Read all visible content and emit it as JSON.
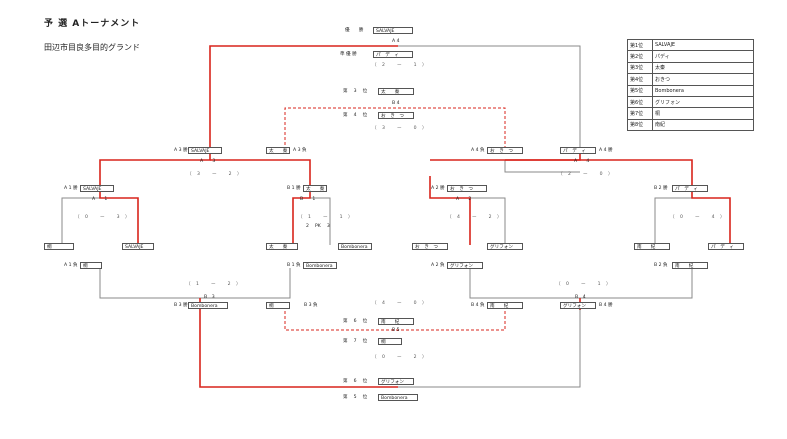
{
  "header": {
    "title": "予 選 Aトーナメント",
    "venue": "田辺市目良多目的グランド"
  },
  "rankings": [
    {
      "rank": "第1位",
      "team": "SALVAJE"
    },
    {
      "rank": "第2位",
      "team": "パディ"
    },
    {
      "rank": "第3位",
      "team": "太秦"
    },
    {
      "rank": "第4位",
      "team": "おきつ"
    },
    {
      "rank": "第5位",
      "team": "Bombonera"
    },
    {
      "rank": "第6位",
      "team": "グリフォン"
    },
    {
      "rank": "第7位",
      "team": "桐"
    },
    {
      "rank": "第8位",
      "team": "南紀"
    }
  ],
  "top": {
    "winner_label": "優　　勝",
    "winner": "SALVAJE",
    "final_label": "A 4",
    "runner_label": "準 優 勝",
    "runner": "パ　デ　ィ",
    "final_score": "（ 2 　ー　 1 ）",
    "third_label": "第　 3 　位",
    "third": "太　　秦",
    "third_match_label": "B 4",
    "fourth_label": "第　 4 　位",
    "fourth": "お　き　つ",
    "third_score": "（ 3 　ー　 0 ）"
  },
  "left": {
    "a3_win_label": "A 3 勝",
    "a3_win": "SALVAJE",
    "b3_lose": "太　　秦",
    "b3_lose_label": "A 3 負",
    "a3_match": "A　　3",
    "a3_score": "（ 3 　ー　 2 ）",
    "a1_win_label": "A 1 勝",
    "a1_win": "SALVAJE",
    "a1_match": "A　　1",
    "a1_score": "（ 0 　ー　 3 ）",
    "a1_left": "桐",
    "a1_right": "SALVAJE",
    "a1_lose_label": "A 1 負",
    "a1_lose": "桐",
    "b1_win_label": "B 1 勝",
    "b1_win": "太　　秦",
    "b1_match": "B　　1",
    "b1_score": "（ 1 　ー　 1 ）",
    "b1_pk": "2 　PK　 3",
    "b1_left": "太　　秦",
    "b1_right": "Bombonera",
    "b1_lose_label": "B 1 負",
    "b1_lose": "Bombonera",
    "b3_score": "（ 1 　ー　 2 ）",
    "b3_match": "B　3",
    "b3_win_label": "B 3 勝",
    "b3_win": "Bombonera",
    "b3_lose_box": "桐",
    "b3_lose_label2": "B 3 負"
  },
  "right": {
    "a4_lose_label": "A 4 負",
    "a4_lose": "お　き　つ",
    "a4_win": "パ　デ　ィ",
    "a4_win_label": "A 4 勝",
    "a4_match": "A　　4",
    "a4_score": "（ 2 　ー　 0 ）",
    "a2_win_label": "A 2 勝",
    "a2_win": "お　き　つ",
    "a2_match": "A　　2",
    "a2_score": "（ 4 　ー　 2 ）",
    "a2_left": "お　き　つ",
    "a2_right": "グリフォン",
    "a2_lose_label": "A 2 負",
    "a2_lose": "グリフォン",
    "b2_win_label": "B 2 勝",
    "b2_win": "パ　デ　ィ",
    "b2_score": "（ 0 　ー　 4 ）",
    "b2_left": "南　　紀",
    "b2_right": "パ　デ　ィ",
    "b2_lose_label": "B 2 負",
    "b2_lose": "南　　紀",
    "b4_score": "（ 0 　ー　 1 ）",
    "b4_match": "B　4",
    "b4_lose_label": "B 4 負",
    "b4_lose": "南　　紀",
    "b4_win": "グリフォン",
    "b4_win_label": "B 4 勝"
  },
  "bottom": {
    "center_score": "（ 4 　ー　 0 ）",
    "sixth_label": "第　 6 　位",
    "sixth": "南　　紀",
    "fifth_match_label": "B 5",
    "seventh_label": "第　 7 　位",
    "seventh": "桐",
    "fifth_score": "（ 0 　ー　 2 ）",
    "sixth2_label": "第　 6 　位",
    "sixth2": "グリフォン",
    "fifth_label": "第　 5 　位",
    "fifth": "Bombonera"
  },
  "colors": {
    "winner_line": "#d9241c",
    "line": "#7a7a7a",
    "dashed": "#d9241c"
  }
}
